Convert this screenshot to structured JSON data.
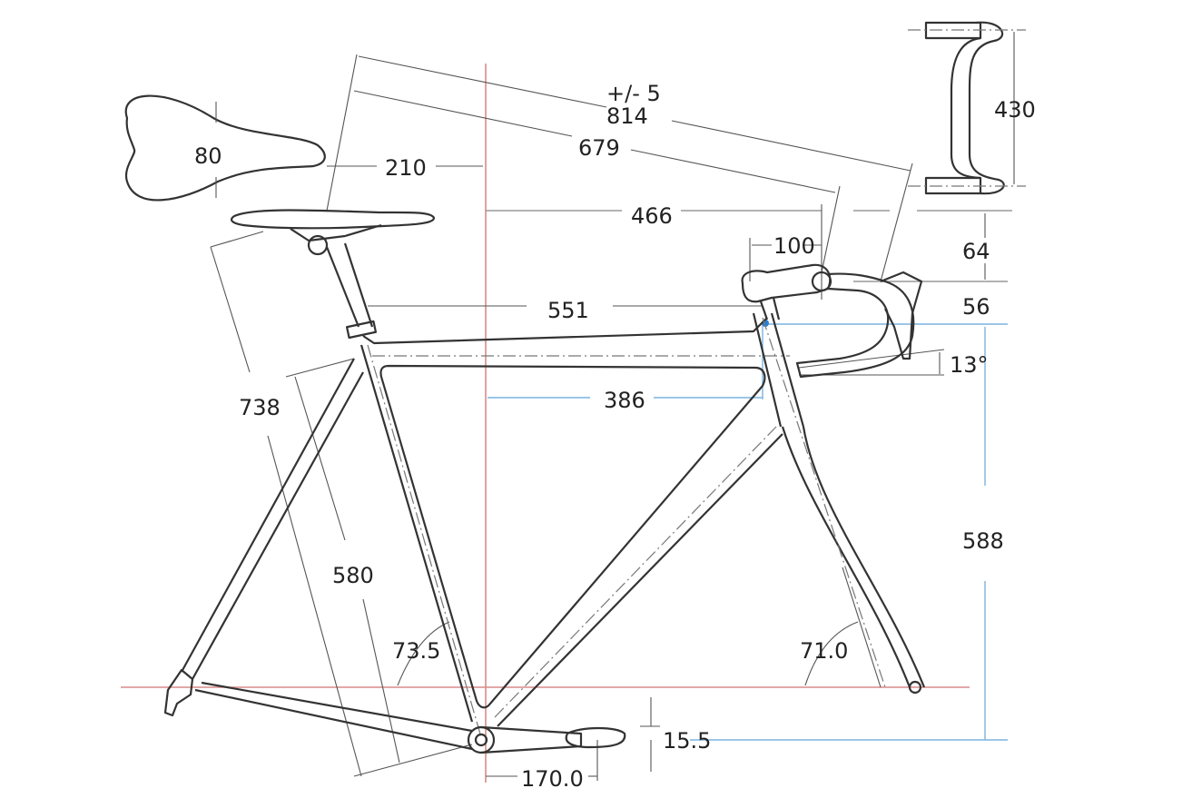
{
  "diagram": {
    "title": "Road bike frame geometry",
    "colors": {
      "reference_lines": "#d98a8a",
      "blue_dims": "#7ab4e0",
      "lines": "#333333"
    },
    "dimensions": {
      "saddle_width": "80",
      "setback": "210",
      "tolerance": "+/- 5",
      "saddle_to_bar_reach": "814",
      "saddle_to_stem_reach": "679",
      "bar_width": "430",
      "bb_to_bar_reach": "466",
      "stem_length": "100",
      "bar_drop_above_stem": "64",
      "spacer_stack": "56",
      "top_tube": "551",
      "stem_angle": "13°",
      "frame_reach": "386",
      "saddle_height": "738",
      "seat_tube": "580",
      "stack": "588",
      "seat_angle": "73.5",
      "head_angle": "71.0",
      "bb_drop": "15.5",
      "crank_length": "170.0"
    }
  }
}
